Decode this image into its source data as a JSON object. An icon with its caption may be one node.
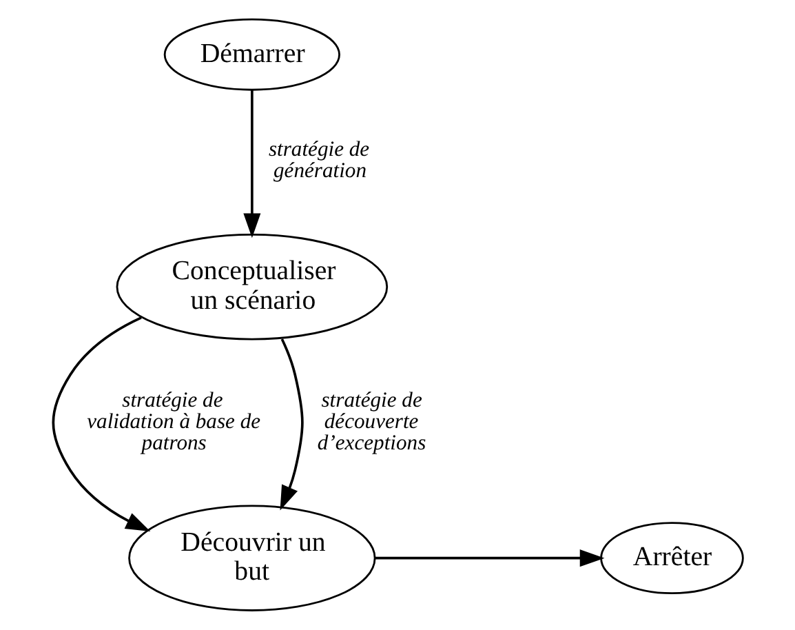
{
  "diagram": {
    "nodes": [
      {
        "text": [
          "Démarrer"
        ]
      },
      {
        "text": [
          "Conceptualiser un scénario"
        ]
      },
      {
        "text": [
          "Arrêter"
        ]
      },
      {
        "text": [
          "Découvrir un but"
        ]
      }
    ],
    "edges": [
      {
        "from": 0,
        "to": 1,
        "arrow": "to",
        "label": "stratégie de génération"
      },
      {
        "from": 1,
        "to": 3,
        "arrow": "to",
        "label": "stratégie de validation à base de patrons"
      },
      {
        "from": 1,
        "to": 3,
        "arrow": "to",
        "label": "stratégie de découverte d’exceptions"
      },
      {
        "from": 3,
        "to": 2,
        "arrow": "to"
      }
    ]
  }
}
